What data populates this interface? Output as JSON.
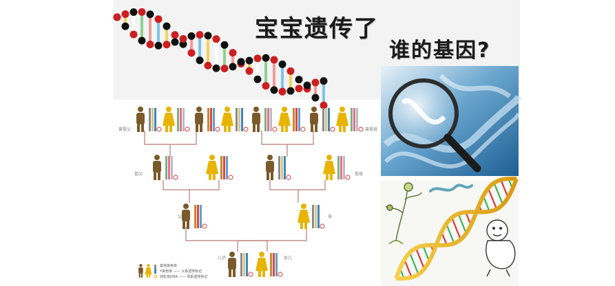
{
  "title": {
    "line1": "宝宝遗传了",
    "line2": "谁的基因?"
  },
  "pedigree": {
    "left_grandparents_label": "曾祖父",
    "right_grandparents_label": "曾祖母",
    "grandfather_label": "祖父",
    "grandmother_label": "祖母",
    "father_label": "父",
    "mother_label": "母",
    "son_label": "儿子",
    "daughter_label": "女儿",
    "legend": [
      "其他染色体",
      "Y染色体 —— 父系遗传标记",
      "线粒体DNA —— 母系遗传标记"
    ]
  },
  "colors": {
    "male": "#7a5a2a",
    "female": "#e8b400",
    "dna_red": "#cc1f1f",
    "dna_black": "#111111",
    "panel_blue": "#3f86b8",
    "helix_gold": "#e3b11c"
  },
  "icons": [
    "dna-helix",
    "magnifying-glass",
    "baby-sketch",
    "plant-sketch",
    "worm-sketch",
    "male-figure",
    "female-figure",
    "chromosome"
  ]
}
